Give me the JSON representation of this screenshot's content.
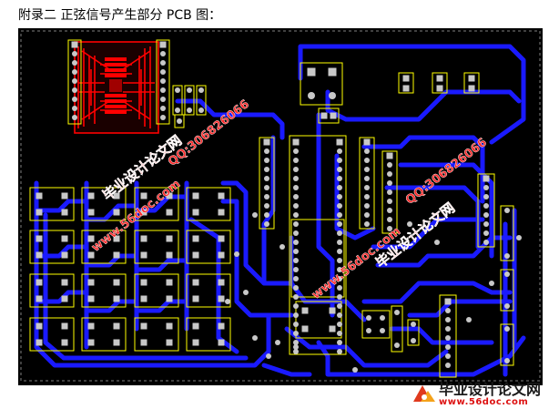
{
  "caption": "附录二 正弦信号产生部分 PCB 图：",
  "watermarks": {
    "site": "www.56doc.com",
    "qq": "QQ:306826066",
    "brand": "毕业设计论文网"
  },
  "footer": {
    "brand": "毕业设计论文网",
    "url": "www.56doc.com"
  },
  "colors": {
    "board": "#000000",
    "trace": "#1a1aff",
    "silk": "#ffff00",
    "pad": "#c8c8c8",
    "top_copper": "#ff0000",
    "watermark": "#ff2a2a"
  }
}
